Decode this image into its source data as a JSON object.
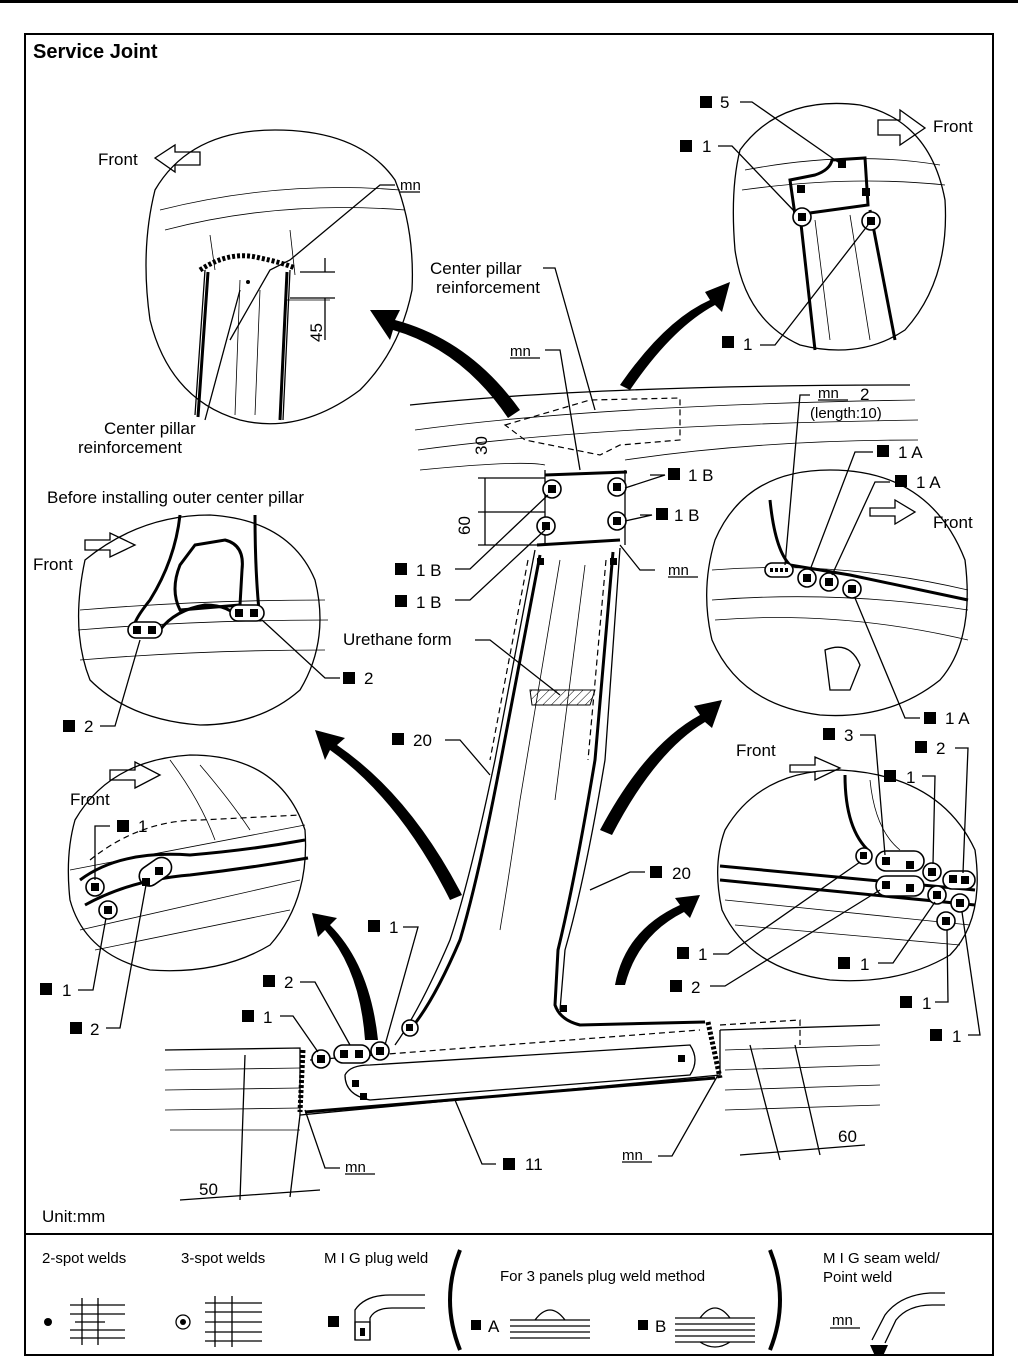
{
  "title": "Service Joint",
  "unit": "Unit:mm",
  "colors": {
    "line": "#000000",
    "background": "#ffffff"
  },
  "labels": {
    "front": "Front",
    "center_pillar_reinf_1": "Center pillar",
    "center_pillar_reinf_2": "reinforcement",
    "before_installing": "Before installing outer center pillar",
    "urethane_form": "Urethane form",
    "length_note": "(length:10)"
  },
  "callouts": {
    "w1": "1",
    "w2": "2",
    "w3": "3",
    "w5": "5",
    "w1a": "1 A",
    "w1b": "1 B",
    "w11": "11",
    "w20": "20"
  },
  "dimensions": {
    "d45": "45",
    "d30": "30",
    "d60": "60",
    "d50": "50",
    "d60b": "60"
  },
  "legend": {
    "spot2": "2-spot welds",
    "spot3": "3-spot welds",
    "mig_plug": "M I G plug weld",
    "three_panels": "For 3 panels plug weld method",
    "seam_line1": "M I G seam weld/",
    "seam_line2": "Point weld",
    "method_a": "A",
    "method_b": "B"
  }
}
